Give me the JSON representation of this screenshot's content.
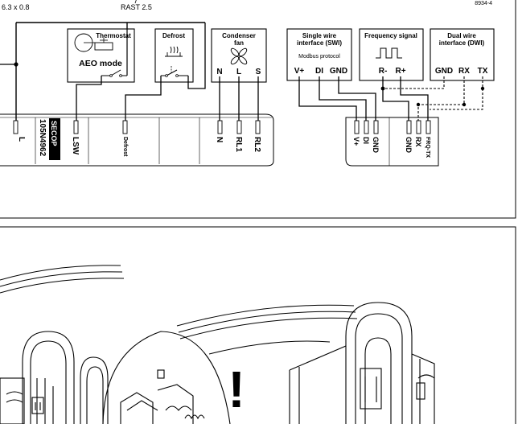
{
  "top_left_label": "6.3 x 0.8",
  "top_center_label": "RAST 2.5",
  "figure_code": "8934-4",
  "thermostat": {
    "title": "Thermostat",
    "mode_label": "AEO mode"
  },
  "defrost": {
    "title": "Defrost"
  },
  "condenser_fan": {
    "title_line1": "Condenser",
    "title_line2": "fan",
    "pins": [
      "N",
      "L",
      "S"
    ]
  },
  "swi": {
    "title_line1": "Single wire",
    "title_line2": "interface (SWI)",
    "protocol": "Modbus protocol",
    "pins": [
      "V+",
      "DI",
      "GND"
    ]
  },
  "freq": {
    "title": "Frequency signal",
    "pins": [
      "R-",
      "R+"
    ]
  },
  "dwi": {
    "title_line1": "Dual wire",
    "title_line2": "interface (DWI)",
    "pins": [
      "GND",
      "RX",
      "TX"
    ]
  },
  "brand": "SECOP",
  "part_number": "105N4962",
  "terminals_left": [
    "L",
    "LSW",
    "Defrost",
    "N",
    "RL1",
    "RL2"
  ],
  "terminals_right": [
    "V+",
    "DI",
    "GND",
    "GND",
    "RX",
    "FRQ-TX"
  ],
  "warning_symbol": "!"
}
